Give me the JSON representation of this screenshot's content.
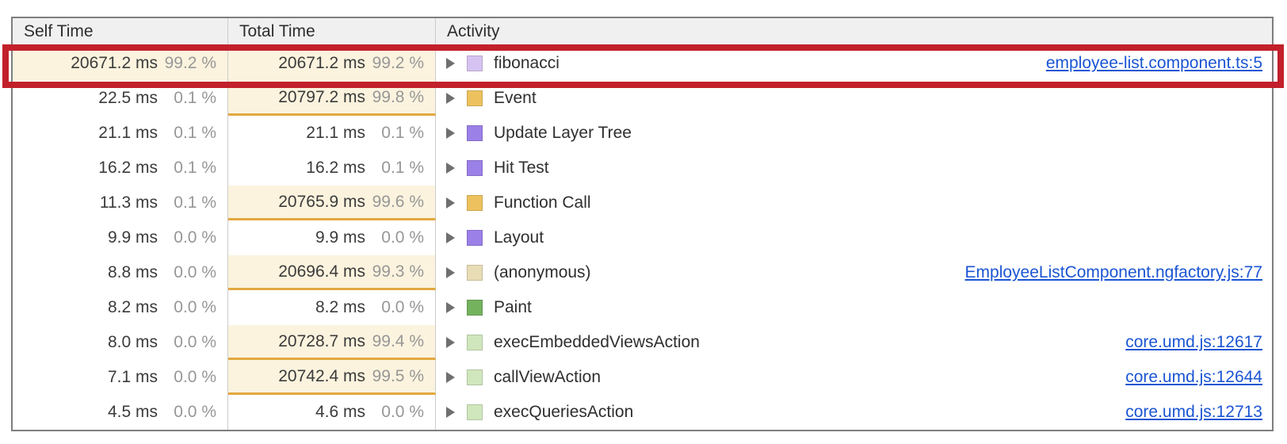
{
  "table": {
    "columns": [
      {
        "label": "Self Time"
      },
      {
        "label": "Total Time"
      },
      {
        "label": "Activity"
      }
    ],
    "rows": [
      {
        "self_ms": "20671.2 ms",
        "self_pct": "99.2 %",
        "self_highlight": true,
        "total_ms": "20671.2 ms",
        "total_pct": "99.2 %",
        "total_highlight": true,
        "amber_underline": false,
        "activity": "fibonacci",
        "swatch": {
          "name": "scripting-category-swatch",
          "color": "#d7c3f1",
          "dotted": true
        },
        "link": "employee-list.component.ts:5"
      },
      {
        "self_ms": "22.5 ms",
        "self_pct": "0.1 %",
        "self_highlight": false,
        "total_ms": "20797.2 ms",
        "total_pct": "99.8 %",
        "total_highlight": true,
        "amber_underline": true,
        "activity": "Event",
        "swatch": {
          "name": "scripting-category-swatch",
          "color": "#edc25e",
          "dotted": true
        },
        "link": ""
      },
      {
        "self_ms": "21.1 ms",
        "self_pct": "0.1 %",
        "self_highlight": false,
        "total_ms": "21.1 ms",
        "total_pct": "0.1 %",
        "total_highlight": false,
        "amber_underline": false,
        "activity": "Update Layer Tree",
        "swatch": {
          "name": "rendering-category-swatch",
          "color": "#9b80e8",
          "dotted": false
        },
        "link": ""
      },
      {
        "self_ms": "16.2 ms",
        "self_pct": "0.1 %",
        "self_highlight": false,
        "total_ms": "16.2 ms",
        "total_pct": "0.1 %",
        "total_highlight": false,
        "amber_underline": false,
        "activity": "Hit Test",
        "swatch": {
          "name": "rendering-category-swatch",
          "color": "#9b80e8",
          "dotted": false
        },
        "link": ""
      },
      {
        "self_ms": "11.3 ms",
        "self_pct": "0.1 %",
        "self_highlight": false,
        "total_ms": "20765.9 ms",
        "total_pct": "99.6 %",
        "total_highlight": true,
        "amber_underline": true,
        "activity": "Function Call",
        "swatch": {
          "name": "scripting-category-swatch",
          "color": "#edc25e",
          "dotted": true
        },
        "link": ""
      },
      {
        "self_ms": "9.9 ms",
        "self_pct": "0.0 %",
        "self_highlight": false,
        "total_ms": "9.9 ms",
        "total_pct": "0.0 %",
        "total_highlight": false,
        "amber_underline": false,
        "activity": "Layout",
        "swatch": {
          "name": "rendering-category-swatch",
          "color": "#9b80e8",
          "dotted": false
        },
        "link": ""
      },
      {
        "self_ms": "8.8 ms",
        "self_pct": "0.0 %",
        "self_highlight": false,
        "total_ms": "20696.4 ms",
        "total_pct": "99.3 %",
        "total_highlight": true,
        "amber_underline": true,
        "activity": "(anonymous)",
        "swatch": {
          "name": "script-anonymous-category-swatch",
          "color": "#e8ddb4",
          "dotted": true
        },
        "link": "EmployeeListComponent.ngfactory.js:77"
      },
      {
        "self_ms": "8.2 ms",
        "self_pct": "0.0 %",
        "self_highlight": false,
        "total_ms": "8.2 ms",
        "total_pct": "0.0 %",
        "total_highlight": false,
        "amber_underline": false,
        "activity": "Paint",
        "swatch": {
          "name": "painting-category-swatch",
          "color": "#74b25e",
          "dotted": false
        },
        "link": ""
      },
      {
        "self_ms": "8.0 ms",
        "self_pct": "0.0 %",
        "self_highlight": false,
        "total_ms": "20728.7 ms",
        "total_pct": "99.4 %",
        "total_highlight": true,
        "amber_underline": true,
        "activity": "execEmbeddedViewsAction",
        "swatch": {
          "name": "script-function-category-swatch",
          "color": "#d0e7bd",
          "dotted": true
        },
        "link": "core.umd.js:12617"
      },
      {
        "self_ms": "7.1 ms",
        "self_pct": "0.0 %",
        "self_highlight": false,
        "total_ms": "20742.4 ms",
        "total_pct": "99.5 %",
        "total_highlight": true,
        "amber_underline": true,
        "activity": "callViewAction",
        "swatch": {
          "name": "script-function-category-swatch",
          "color": "#d0e7bd",
          "dotted": true
        },
        "link": "core.umd.js:12644"
      },
      {
        "self_ms": "4.5 ms",
        "self_pct": "0.0 %",
        "self_highlight": false,
        "total_ms": "4.6 ms",
        "total_pct": "0.0 %",
        "total_highlight": false,
        "amber_underline": false,
        "activity": "execQueriesAction",
        "swatch": {
          "name": "script-function-category-swatch",
          "color": "#d0e7bd",
          "dotted": true
        },
        "link": "core.umd.js:12713"
      }
    ]
  },
  "annotation": {
    "type": "red-highlight-box",
    "around_row": "fibonacci",
    "color": "#c2202b"
  },
  "colors": {
    "highlight_cell_bg": "#fbf3de",
    "highlight_cell_underline": "#e3a83f",
    "header_bg": "#f0f0f0",
    "table_border": "#7e7e7e",
    "column_separator": "#cccccc",
    "value_text": "#3b3b3b",
    "percent_text": "#979797",
    "link_blue": "#1b55d3",
    "expand_arrow": "#6f6f6f"
  }
}
